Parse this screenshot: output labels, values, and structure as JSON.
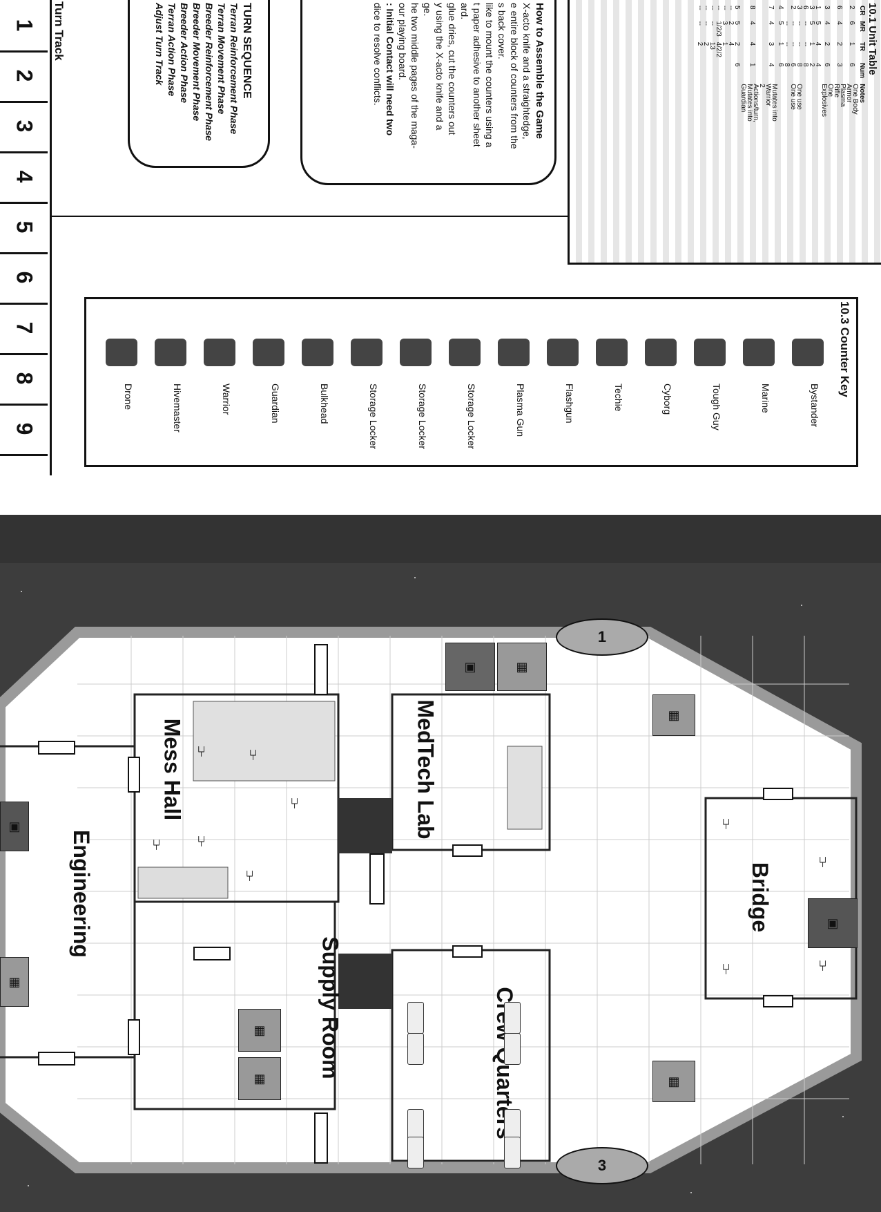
{
  "turn_track": {
    "label": "Turn Track",
    "cells": [
      "1",
      "2",
      "3",
      "4",
      "5",
      "6",
      "7",
      "8",
      "9"
    ]
  },
  "turn_sequence": {
    "title": "TURN SEQUENCE",
    "phases": [
      "Terran Reinforcement Phase",
      "Terran Movement Phase",
      "Breeder Reinforcement Phase",
      "Breeder Movement Phase",
      "Breeder Action Phase",
      "Terran Action Phase",
      "Adjust Turn Track"
    ]
  },
  "assemble": {
    "title": "How to Assemble the Game",
    "lines": [
      "X-acto knife and a straightedge,",
      "e entire block of counters from the",
      "s back cover.",
      "like to mount the counters using a",
      "t paper adhesive to another sheet",
      "ard.",
      "glue dries, cut the counters out",
      "y using the X-acto knife and a",
      "ge.",
      "he two middle pages of the maga-",
      "our playing board.",
      ": Initial Contact will need two",
      "dice to resolve conflicts."
    ]
  },
  "unit_table": {
    "title": "10.1 Unit Table",
    "headers": [
      "CR",
      "MR",
      "TR",
      "Num",
      "Notes"
    ],
    "rows": [
      [
        "2",
        "6",
        "1",
        "6",
        "One Body Armor"
      ],
      [
        "6",
        "4",
        "2",
        "3",
        "Plasma Rifle"
      ],
      [
        "3",
        "4",
        "2",
        "6",
        "One Explosives"
      ],
      [
        "1",
        "5",
        "4",
        "4",
        ""
      ],
      [
        "3",
        "5",
        "1",
        "2",
        ""
      ],
      [
        "",
        "",
        "",
        "",
        ""
      ],
      [
        "6",
        "--",
        "--",
        "8",
        ""
      ],
      [
        "3",
        "--",
        "--",
        "8",
        "One use"
      ],
      [
        "2",
        "--",
        "--",
        "6",
        "One use"
      ],
      [
        "",
        "--",
        "--",
        "8",
        ""
      ],
      [
        "4",
        "5",
        "1",
        "6",
        ""
      ],
      [
        "7",
        "4",
        "3",
        "4",
        "Mutates into Warrior"
      ],
      [
        "8",
        "4",
        "4",
        "1",
        "2 Actions/turn, Mutates into Guardian"
      ],
      [
        "5",
        "5",
        "2",
        "6",
        ""
      ],
      [
        "--",
        "2",
        "4",
        "",
        ""
      ],
      [
        "--",
        "3",
        "1",
        "",
        ""
      ],
      [
        "--",
        "1/2/3",
        "4/2/2",
        "",
        ""
      ],
      [
        "--",
        "--",
        "13",
        "",
        ""
      ],
      [
        "--",
        "--",
        "2",
        "",
        ""
      ],
      [
        "--",
        "--",
        "2",
        "",
        ""
      ]
    ]
  },
  "counter_key": {
    "title": "10.3 Counter Key",
    "items": [
      "Bystander",
      "Marine",
      "Tough Guy",
      "Cyborg",
      "Techie",
      "Flashgun",
      "Plasma Gun",
      "Storage Locker",
      "Storage Locker",
      "Storage Locker",
      "Bulkhead",
      "Guardian",
      "Warrior",
      "Hivemaster",
      "Drone"
    ]
  },
  "ship": {
    "rooms": {
      "bridge": "Bridge",
      "medtech": "MedTech Lab",
      "mess": "Mess Hall",
      "engineering": "Engineering",
      "supply": "Supply Room",
      "crew": "Crew Quarters"
    },
    "airlocks": [
      "1",
      "3"
    ]
  }
}
